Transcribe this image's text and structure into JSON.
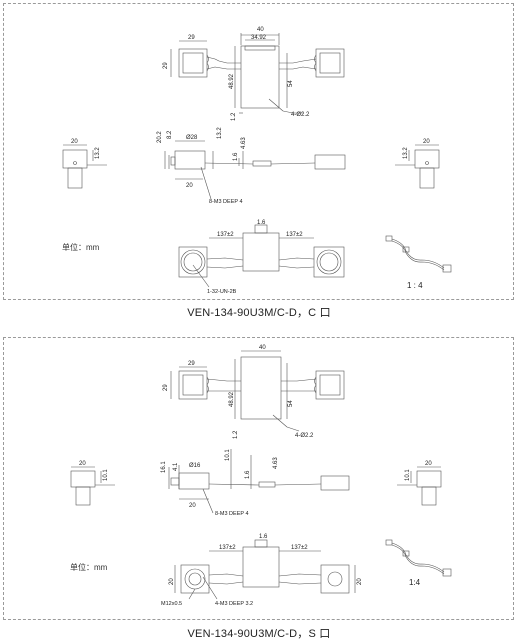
{
  "diagrams": [
    {
      "caption": "VEN-134-90U3M/C-D，C 口",
      "unit_label": "单位：mm",
      "ratio": "1 : 4",
      "dims": {
        "top_width": "40",
        "top_inner": "34.92",
        "cam_w": "29",
        "cam_h": "29",
        "body_h_left": "48.92",
        "body_h_right": "54",
        "cable_offset": "1.2",
        "holes_top": "4-Ø2.2",
        "side_w_left": "20",
        "side_h_left": "13.2",
        "side_w_right": "20",
        "side_h_right": "13.2",
        "front_a": "20.2",
        "front_b": "8.2",
        "front_dia": "Ø28",
        "front_c": "13.2",
        "front_d": "4.63",
        "front_e": "1.6",
        "front_w": "20",
        "holes_front": "8-M3 DEEP 4",
        "bot_top": "1.6",
        "bot_left": "137±2",
        "bot_right": "137±2",
        "mount": "1-32-UN-2B"
      }
    },
    {
      "caption": "VEN-134-90U3M/C-D，S 口",
      "unit_label": "单位：mm",
      "ratio": "1:4",
      "dims": {
        "top_width": "40",
        "cam_w": "29",
        "cam_h": "29",
        "body_h_left": "48.92",
        "body_h_right": "54",
        "cable_offset": "1.2",
        "holes_top": "4-Ø2.2",
        "side_w_left": "20",
        "side_h_left": "10.1",
        "side_w_right": "20",
        "side_h_right": "10.1",
        "front_a": "16.1",
        "front_b": "4.1",
        "front_dia": "Ø16",
        "front_c": "10.1",
        "front_d": "4.63",
        "front_e": "1.6",
        "front_w": "20",
        "holes_front": "8-M3 DEEP 4",
        "bot_top": "1.6",
        "bot_left": "137±2",
        "bot_right": "137±2",
        "bot_side_left": "20",
        "bot_side_right": "20",
        "lens_thread": "M12x0.5",
        "holes_bottom": "4-M3 DEEP 3.2"
      }
    }
  ],
  "colors": {
    "line": "#555555",
    "dim": "#333333",
    "border": "#9a9a9a"
  },
  "icons": [
    "cable-assembly-icon"
  ]
}
